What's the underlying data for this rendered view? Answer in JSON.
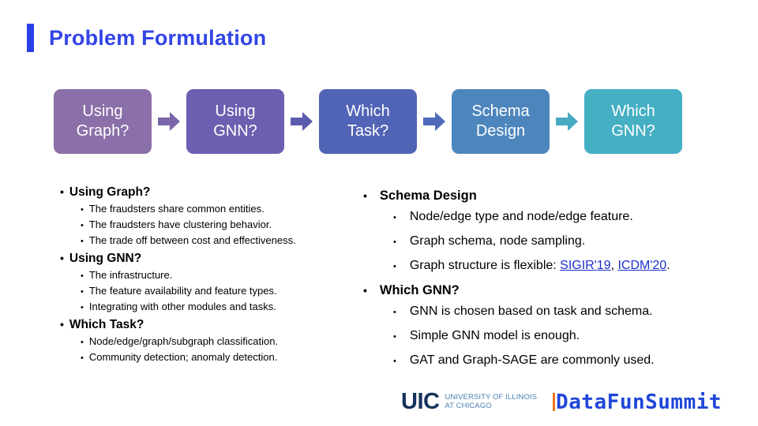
{
  "slide": {
    "title": "Problem Formulation",
    "accent_color": "#2b3fe8",
    "title_color": "#3344e6"
  },
  "flow": {
    "steps": [
      {
        "line1": "Using",
        "line2": "Graph?",
        "color": "#8b6fa8"
      },
      {
        "line1": "Using",
        "line2": "GNN?",
        "color": "#6a5fb0"
      },
      {
        "line1": "Which",
        "line2": "Task?",
        "color": "#5264b5"
      },
      {
        "line1": "Schema",
        "line2": "Design",
        "color": "#4d86bd"
      },
      {
        "line1": "Which",
        "line2": "GNN?",
        "color": "#45afc4"
      }
    ],
    "arrows": [
      {
        "color": "#7a66a8"
      },
      {
        "color": "#5d5bb0"
      },
      {
        "color": "#4f6ab8"
      },
      {
        "color": "#48a9c2"
      }
    ]
  },
  "left_column": {
    "blocks": [
      {
        "heading": "Using Graph?",
        "items": [
          "The fraudsters share common entities.",
          "The fraudsters have clustering behavior.",
          "The trade off between cost and effectiveness."
        ]
      },
      {
        "heading": "Using GNN?",
        "items": [
          "The infrastructure.",
          "The feature availability and feature types.",
          "Integrating with other modules and tasks."
        ]
      },
      {
        "heading": "Which Task?",
        "items": [
          "Node/edge/graph/subgraph classification.",
          "Community detection; anomaly detection."
        ]
      }
    ]
  },
  "right_column": {
    "blocks": [
      {
        "heading": "Schema Design",
        "items": [
          "Node/edge type and node/edge feature.",
          "Graph schema, node sampling."
        ],
        "link_item": {
          "prefix": "Graph structure is flexible: ",
          "link1": "SIGIR'19",
          "separator": ", ",
          "link2": "ICDM'20",
          "suffix": ".",
          "link_color": "#1b2fd0"
        }
      },
      {
        "heading": "Which GNN?",
        "items": [
          "GNN is chosen based on task and schema.",
          "Simple GNN model is enough.",
          "GAT and Graph-SAGE are commonly used."
        ]
      }
    ]
  },
  "footer": {
    "uic": {
      "mark": "UIC",
      "line1": "University of Illinois",
      "line2": "At Chicago",
      "mark_color": "#15325c",
      "sub_color": "#4a7fb0"
    },
    "datafun": {
      "text": "DataFunSummit",
      "text_color": "#2047d8",
      "tick_color": "#e8761e"
    }
  },
  "bullet_glyph": "•"
}
